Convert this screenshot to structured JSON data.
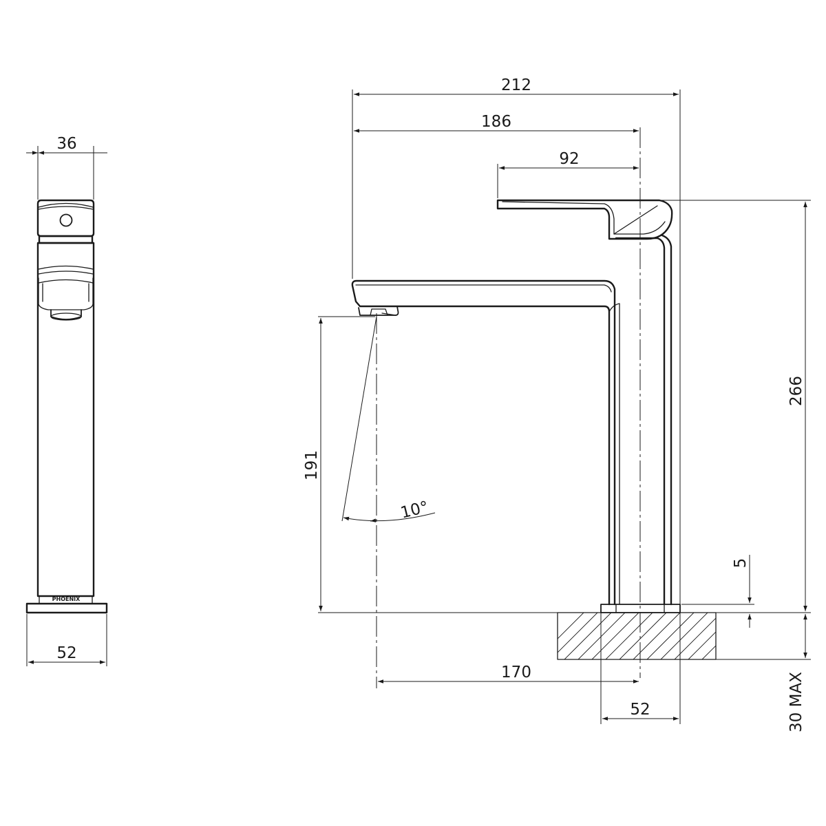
{
  "side_view": {
    "width_top": "36",
    "width_base": "52",
    "brand": "PHOENIX"
  },
  "front_view": {
    "overall_width": "212",
    "spout_to_center": "186",
    "handle_length": "92",
    "overall_height": "266",
    "spout_height": "191",
    "spray_angle": "10°",
    "base_clearance": "5",
    "spout_reach": "170",
    "base_width": "52",
    "mount_thickness": "30 MAX"
  }
}
